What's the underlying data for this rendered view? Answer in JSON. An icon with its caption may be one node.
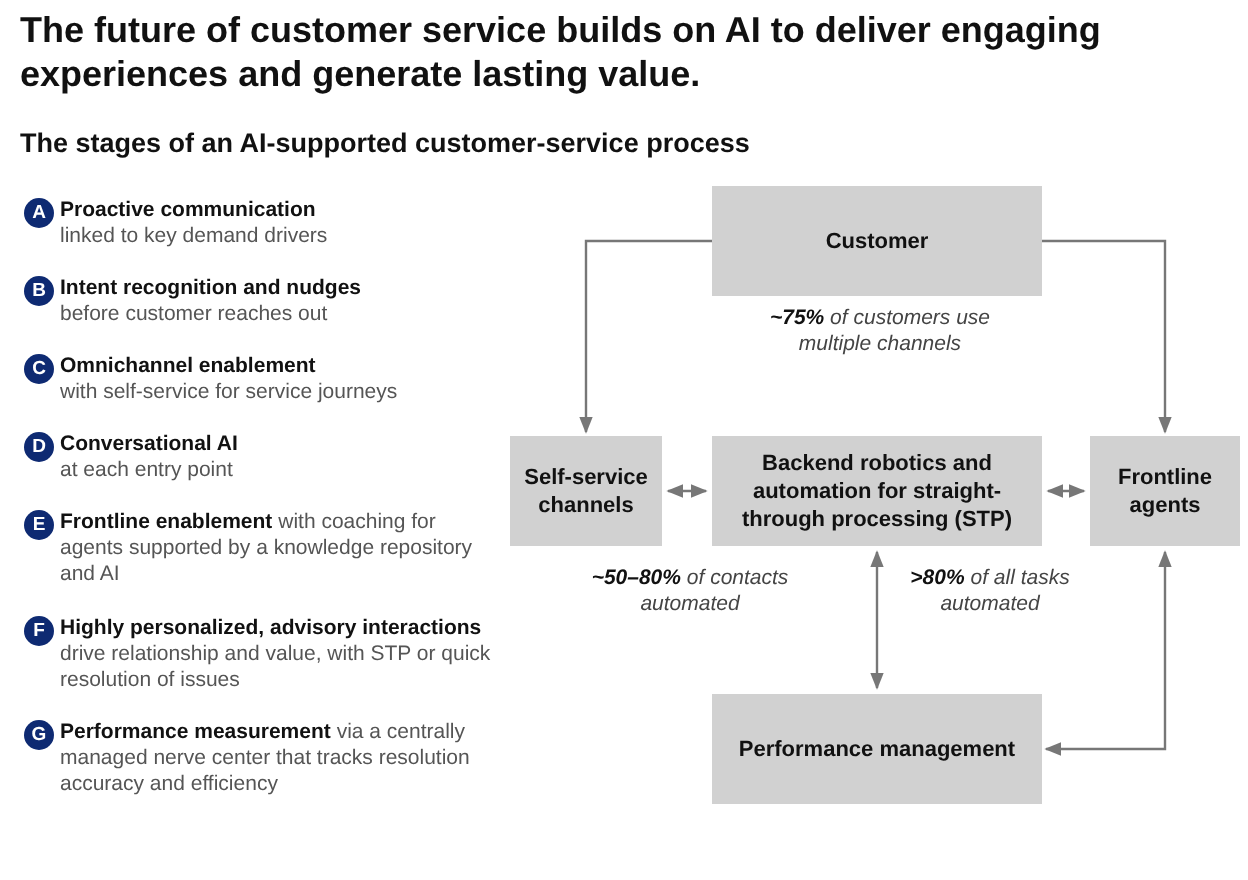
{
  "diagram": {
    "title": "The future of customer service builds on AI to deliver engaging experiences and generate lasting value.",
    "nodes": [
      {
        "text": [
          "A"
        ],
        "beside": [
          "Proactive communication",
          "linked to key demand drivers"
        ]
      },
      {
        "text": [
          "B"
        ],
        "beside": [
          "Intent recognition and nudges",
          "before customer reaches out"
        ]
      },
      {
        "text": [
          "C"
        ],
        "beside": [
          "Omnichannel enablement",
          "with self-service for service journeys"
        ]
      },
      {
        "text": [
          "D"
        ],
        "beside": [
          "Conversational AI",
          "at each entry point"
        ]
      },
      {
        "text": [
          "E"
        ],
        "beside": [
          "**Frontline enablement** with coaching for agents supported by a knowledge repository and AI"
        ]
      },
      {
        "text": [
          "F"
        ],
        "beside": [
          "**Highly personalized, advisory interactions** drive relationship and value, with STP or quick resolution of issues"
        ]
      },
      {
        "text": [
          "G"
        ],
        "beside": [
          "**Performance measurement** via a centrally managed nerve center that tracks resolution accuracy and efficiency"
        ]
      },
      {
        "text": [
          "Customer"
        ]
      },
      {
        "text": [
          "Self-service channels"
        ]
      },
      {
        "text": [
          "Backend robotics and automation for straight-through processing (STP)"
        ]
      },
      {
        "text": [
          "Frontline agents"
        ]
      },
      {
        "text": [
          "Performance management"
        ]
      }
    ],
    "edges": [
      {
        "from": 7,
        "to": 8,
        "arrow": "to"
      },
      {
        "from": 7,
        "to": 10,
        "arrow": "to"
      },
      {
        "from": 8,
        "to": 9,
        "arrow": "both"
      },
      {
        "from": 9,
        "to": 10,
        "arrow": "both"
      },
      {
        "from": 9,
        "to": 11,
        "arrow": "both"
      },
      {
        "from": 10,
        "to": 11,
        "arrow": "both"
      }
    ],
    "labels": [
      "The stages of an AI-supported customer-service process",
      "**~75%** of customers use multiple channels",
      "**~50–80%** of contacts automated",
      "**>80%** of all tasks automated"
    ]
  }
}
